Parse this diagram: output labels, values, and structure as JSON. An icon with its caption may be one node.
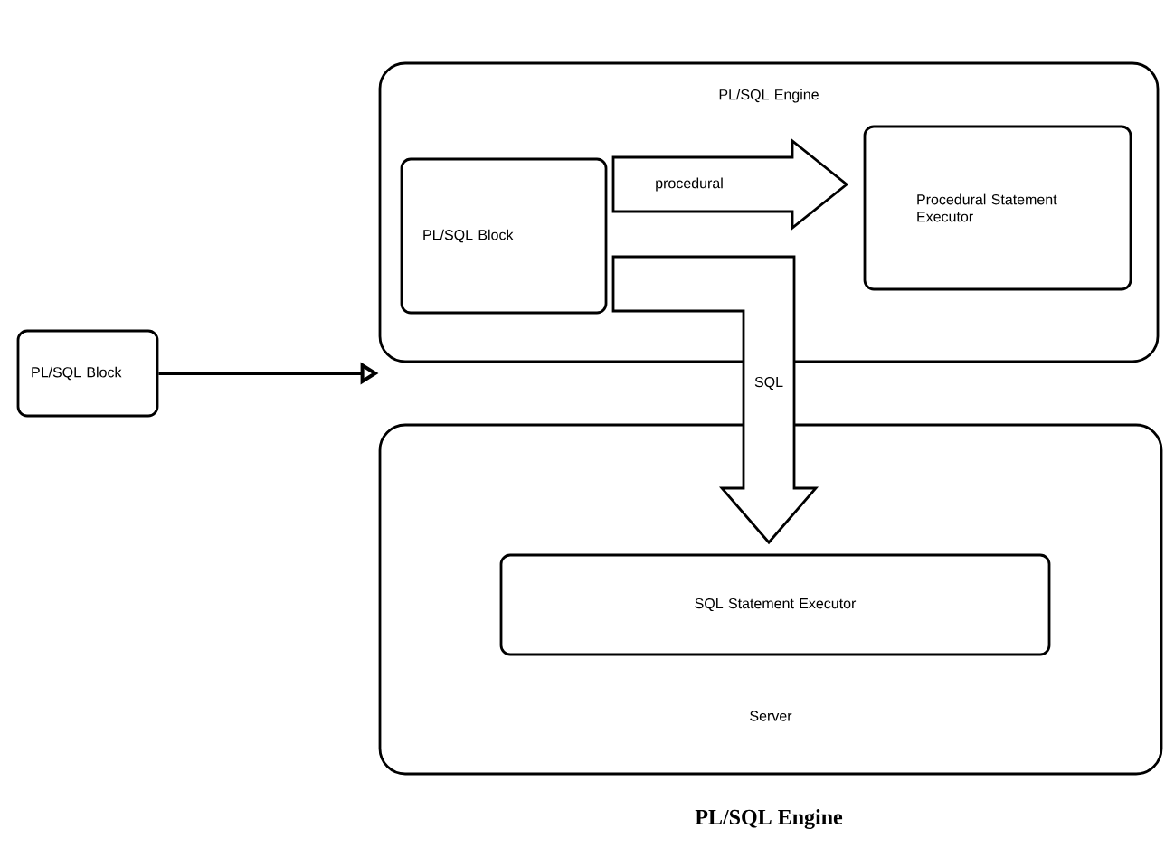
{
  "diagram": {
    "caption": "PL/SQL Engine",
    "nodes": [
      {
        "text": [
          "PL/SQL Engine"
        ]
      },
      {
        "text": [
          "PL/SQL Block"
        ],
        "in": 0
      },
      {
        "text": [
          "Procedural Statement Executor"
        ],
        "in": 0
      },
      {
        "text": [
          "Server"
        ]
      },
      {
        "text": [
          "SQL Statement Executor"
        ],
        "in": 3
      },
      {
        "text": [
          "PL/SQL Block"
        ]
      }
    ],
    "edges": [
      {
        "from": 5,
        "to": 0,
        "arrow": "to"
      },
      {
        "from": 1,
        "to": 2,
        "arrow": "to",
        "label": "procedural",
        "style": "thick"
      },
      {
        "from": 1,
        "to": 4,
        "arrow": "to",
        "label": "SQL",
        "style": "thick"
      }
    ]
  }
}
